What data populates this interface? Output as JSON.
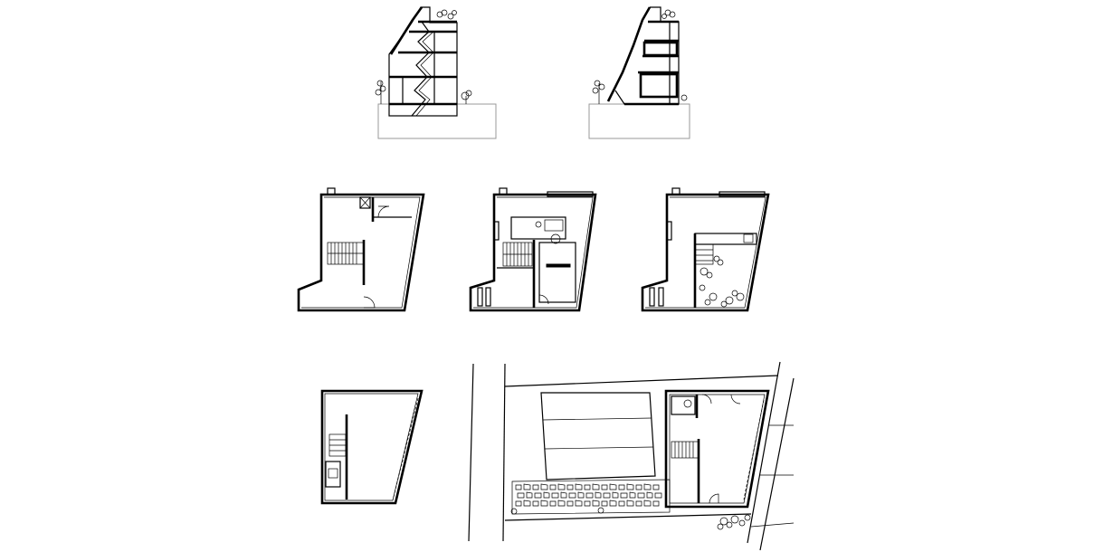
{
  "drawing": {
    "kind": "architectural-drawing-sheet",
    "line_color": "#000000",
    "ground_color": "#999999",
    "background": "#ffffff",
    "views": [
      {
        "id": "section-a",
        "kind": "section"
      },
      {
        "id": "section-b",
        "kind": "section"
      },
      {
        "id": "plan-level-1",
        "kind": "floor-plan"
      },
      {
        "id": "plan-level-2",
        "kind": "floor-plan"
      },
      {
        "id": "plan-level-3",
        "kind": "floor-plan"
      },
      {
        "id": "plan-roof",
        "kind": "floor-plan"
      },
      {
        "id": "site-plan",
        "kind": "site-plan"
      }
    ]
  }
}
